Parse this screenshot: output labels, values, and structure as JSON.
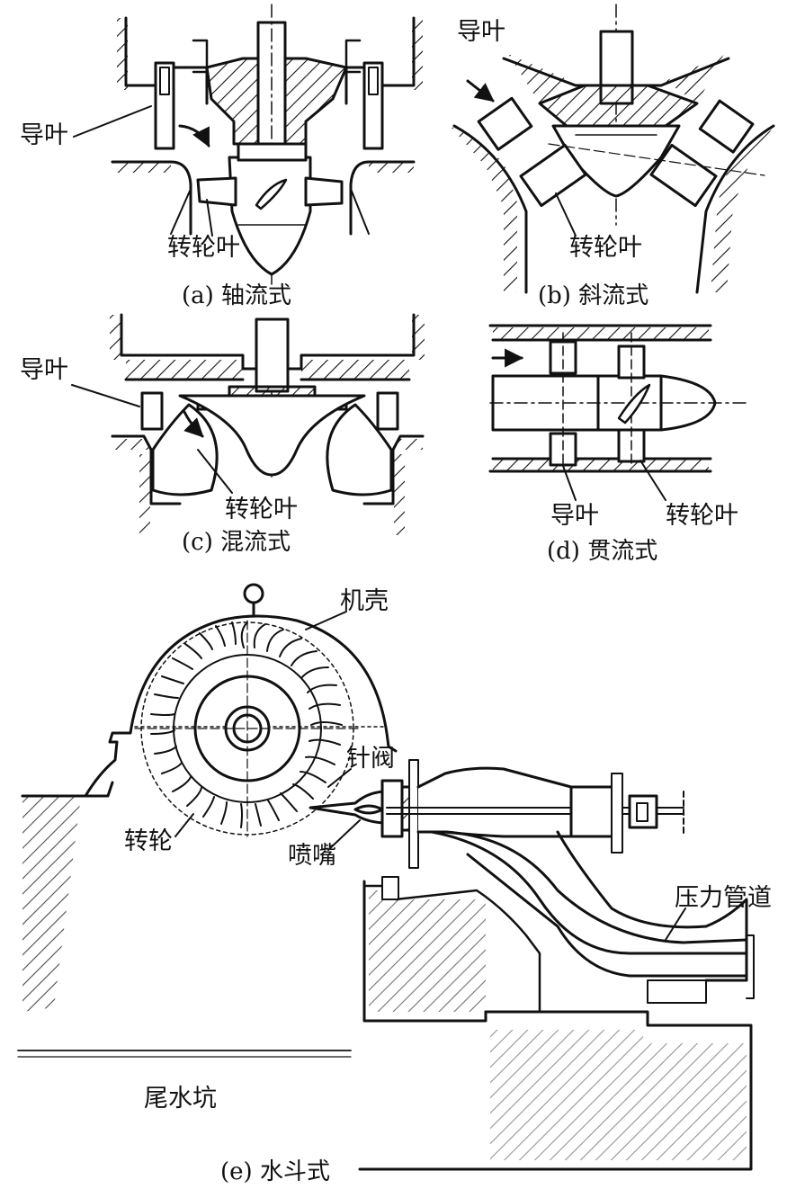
{
  "panels": {
    "a": {
      "caption": "(a) 轴流式",
      "guide_vane": "导叶",
      "runner_blade": "转轮叶"
    },
    "b": {
      "caption": "(b) 斜流式",
      "guide_vane": "导叶",
      "runner_blade": "转轮叶"
    },
    "c": {
      "caption": "(c) 混流式",
      "guide_vane": "导叶",
      "runner_blade": "转轮叶"
    },
    "d": {
      "caption": "(d)    贯流式",
      "guide_vane": "导叶",
      "runner_blade": "转轮叶"
    },
    "e": {
      "caption": "(e)    水斗式",
      "casing": "机壳",
      "needle_valve": "针阀",
      "runner": "转轮",
      "nozzle": "喷嘴",
      "penstock": "压力管道",
      "tailwater_pit": "尾水坑"
    }
  }
}
